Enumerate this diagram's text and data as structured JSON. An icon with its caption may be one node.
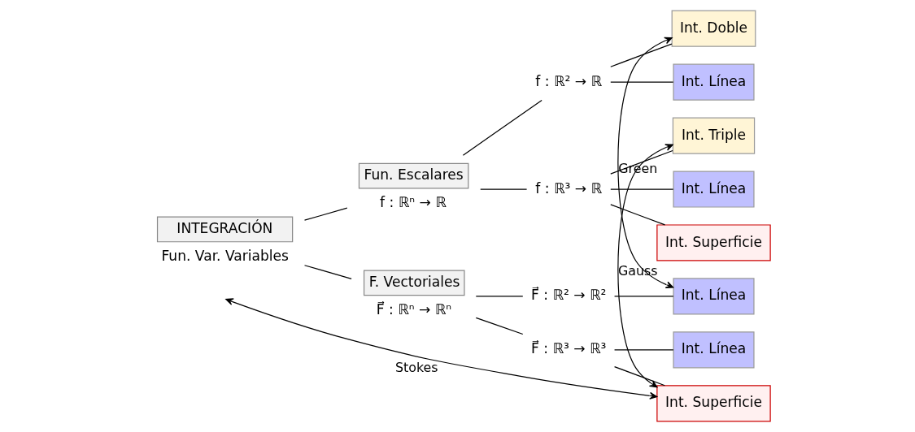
{
  "diagram": {
    "nodes": [
      {
        "text": [
          "INTEGRACIÓN",
          "Fun. Var. Variables"
        ]
      },
      {
        "text": [
          "Fun. Escalares",
          "f : ℝⁿ → ℝ"
        ]
      },
      {
        "text": [
          "F. Vectoriales",
          "F⃗ : ℝⁿ → ℝⁿ"
        ]
      },
      {
        "text": [
          "f : ℝ² → ℝ"
        ]
      },
      {
        "text": [
          "f : ℝ³ → ℝ"
        ]
      },
      {
        "text": [
          "F⃗ : ℝ² → ℝ²"
        ]
      },
      {
        "text": [
          "F⃗ : ℝ³ → ℝ³"
        ]
      },
      {
        "text": [
          "Int. Doble"
        ]
      },
      {
        "text": [
          "Int. Línea"
        ]
      },
      {
        "text": [
          "Int. Triple"
        ]
      },
      {
        "text": [
          "Int. Línea"
        ]
      },
      {
        "text": [
          "Int. Superficie"
        ]
      },
      {
        "text": [
          "Int. Línea"
        ]
      },
      {
        "text": [
          "Int. Línea"
        ]
      },
      {
        "text": [
          "Int. Superficie"
        ]
      }
    ],
    "edges": [
      {
        "from": 0,
        "to": 1,
        "arrow": "none"
      },
      {
        "from": 0,
        "to": 2,
        "arrow": "none"
      },
      {
        "from": 1,
        "to": 3,
        "arrow": "none"
      },
      {
        "from": 1,
        "to": 4,
        "arrow": "none"
      },
      {
        "from": 2,
        "to": 5,
        "arrow": "none"
      },
      {
        "from": 2,
        "to": 6,
        "arrow": "none"
      },
      {
        "from": 3,
        "to": 7,
        "arrow": "none"
      },
      {
        "from": 3,
        "to": 8,
        "arrow": "none"
      },
      {
        "from": 4,
        "to": 9,
        "arrow": "none"
      },
      {
        "from": 4,
        "to": 10,
        "arrow": "none"
      },
      {
        "from": 4,
        "to": 11,
        "arrow": "none"
      },
      {
        "from": 5,
        "to": 12,
        "arrow": "none"
      },
      {
        "from": 6,
        "to": 13,
        "arrow": "none"
      },
      {
        "from": 6,
        "to": 14,
        "arrow": "none"
      },
      {
        "from": 7,
        "to": 12,
        "arrow": "both",
        "label": "Green"
      },
      {
        "from": 9,
        "to": 14,
        "arrow": "both",
        "label": "Gauss"
      },
      {
        "from": 14,
        "to": null,
        "arrow": "both",
        "label": "Stokes"
      }
    ]
  }
}
